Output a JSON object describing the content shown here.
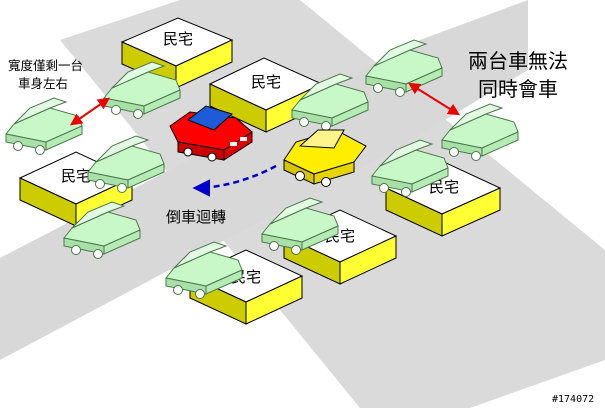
{
  "labels": {
    "house": "民宅",
    "width_note_line1": "寬度僅剩一台",
    "width_note_line2": "車身左右",
    "cannot_pass_line1": "兩台車無法",
    "cannot_pass_line2": "同時會車",
    "reverse_turn": "倒車迴轉",
    "image_tag": "#174072"
  },
  "colors": {
    "road": "#d8d8d8",
    "house_top": "#ffffff",
    "house_side": "#ffff33",
    "house_front": "#cccc00",
    "parked_car": "#c8f7c8",
    "red_car": "#ff0000",
    "blue_roof": "#1e5bd8",
    "yellow_car": "#ffee00",
    "arrow_red": "#ee0000",
    "arrow_blue": "#0000cc"
  }
}
